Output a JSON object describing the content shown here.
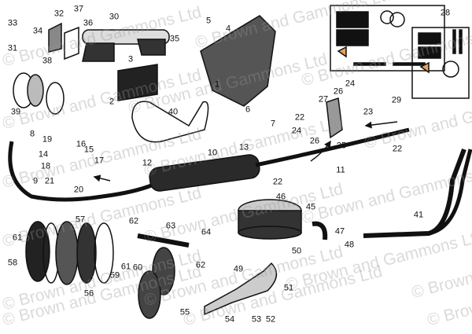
{
  "watermark": "© Brown and Gammons Ltd",
  "part_labels": [
    "33",
    "32",
    "37",
    "30",
    "5",
    "4",
    "36",
    "34",
    "35",
    "31",
    "38",
    "3",
    "1",
    "2",
    "39",
    "40",
    "6",
    "7",
    "28",
    "29",
    "24",
    "26",
    "27",
    "22",
    "23",
    "24",
    "26",
    "25",
    "22",
    "8",
    "19",
    "16",
    "15",
    "14",
    "18",
    "17",
    "12",
    "13",
    "10",
    "11",
    "21",
    "9",
    "20",
    "22",
    "46",
    "45",
    "47",
    "41",
    "48",
    "50",
    "49",
    "51",
    "54",
    "53",
    "52",
    "57",
    "62",
    "63",
    "64",
    "61",
    "58",
    "62",
    "61",
    "60",
    "59",
    "56",
    "55"
  ],
  "colors": {
    "ink": "#111111",
    "kit_bg": "#ffffff",
    "gasket": "#e8a060"
  }
}
